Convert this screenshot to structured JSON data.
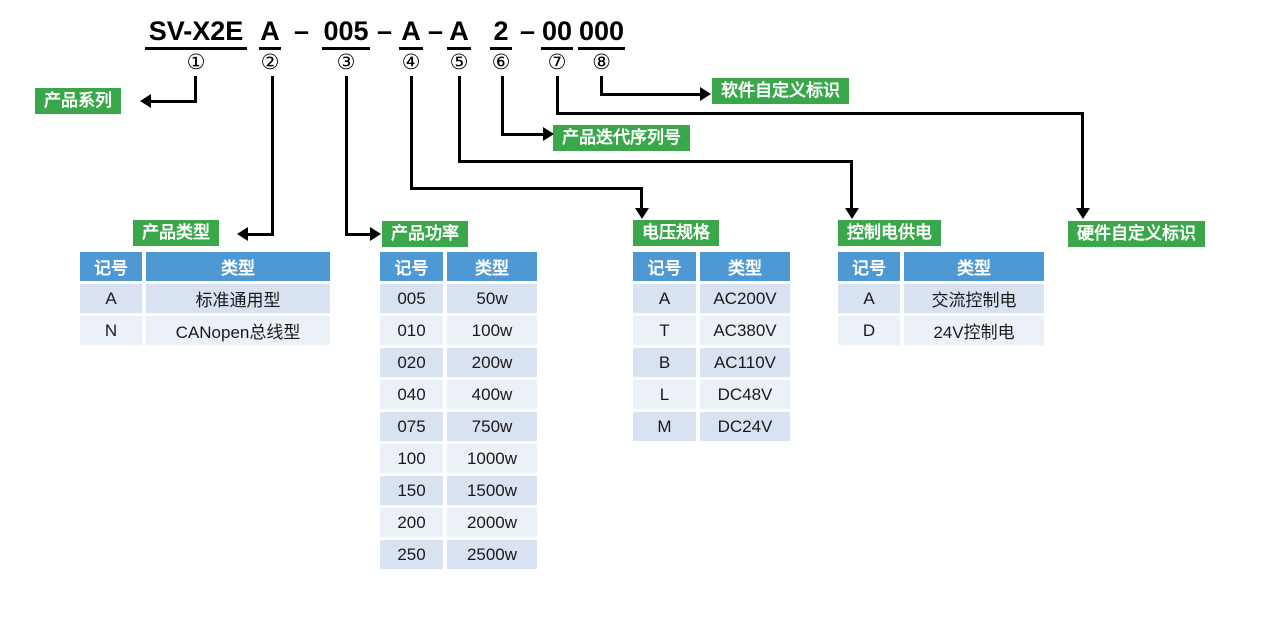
{
  "colors": {
    "green": "#3AA74A",
    "header-blue": "#4E99D3",
    "row-dark": "#D9E2F0",
    "row-light": "#ECF1F8",
    "line": "#000000"
  },
  "code": {
    "separator": "–",
    "segments": [
      {
        "text": "SV-X2E",
        "marker": "①"
      },
      {
        "text": "A",
        "marker": "②"
      },
      {
        "text": "005",
        "marker": "③"
      },
      {
        "text": "A",
        "marker": "④"
      },
      {
        "text": "A",
        "marker": "⑤"
      },
      {
        "text": "2",
        "marker": "⑥"
      },
      {
        "text": "00",
        "marker": "⑦"
      },
      {
        "text": "000",
        "marker": "⑧"
      }
    ]
  },
  "callouts": {
    "series": "产品系列",
    "type": "产品类型",
    "power": "产品功率",
    "voltage": "电压规格",
    "control_power": "控制电供电",
    "iteration": "产品迭代序列号",
    "software": "软件自定义标识",
    "hardware": "硬件自定义标识"
  },
  "tables": {
    "headers": {
      "symbol": "记号",
      "type": "类型"
    },
    "type": {
      "rows": [
        [
          "A",
          "标准通用型"
        ],
        [
          "N",
          "CANopen总线型"
        ]
      ]
    },
    "power": {
      "rows": [
        [
          "005",
          "50w"
        ],
        [
          "010",
          "100w"
        ],
        [
          "020",
          "200w"
        ],
        [
          "040",
          "400w"
        ],
        [
          "075",
          "750w"
        ],
        [
          "100",
          "1000w"
        ],
        [
          "150",
          "1500w"
        ],
        [
          "200",
          "2000w"
        ],
        [
          "250",
          "2500w"
        ]
      ]
    },
    "voltage": {
      "rows": [
        [
          "A",
          "AC200V"
        ],
        [
          "T",
          "AC380V"
        ],
        [
          "B",
          "AC110V"
        ],
        [
          "L",
          "DC48V"
        ],
        [
          "M",
          "DC24V"
        ]
      ]
    },
    "control": {
      "rows": [
        [
          "A",
          "交流控制电"
        ],
        [
          "D",
          "24V控制电"
        ]
      ]
    }
  }
}
